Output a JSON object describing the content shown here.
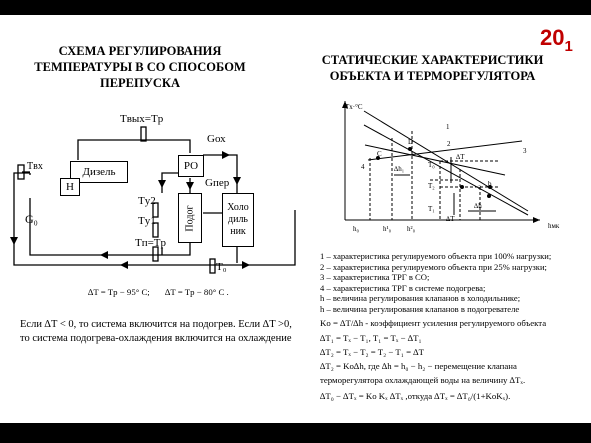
{
  "page_number": "20",
  "page_number_sub": "1",
  "left_title": [
    "СХЕМА РЕГУЛИРОВАНИЯ",
    "ТЕМПЕРАТУРЫ В СО СПОСОБОМ",
    "ПЕРЕПУСКА"
  ],
  "right_title": [
    "СТАТИЧЕСКИЕ ХАРАКТЕРИСТИКИ",
    "ОБЪЕКТА И ТЕРМОРЕГУЛЯТОРА"
  ],
  "scheme": {
    "diesel": "Дизель",
    "h_box": "Н",
    "ro": "РО",
    "heater": "Подог",
    "cooler": [
      "Холо",
      "диль",
      "ник"
    ],
    "t_out": "Tвых=Tр",
    "g_cool": "Gох",
    "g_byp": "Gпер",
    "g0": "G₀",
    "t_in": "Tвх",
    "t_y2": "Tу2",
    "t_y1": "Tу1",
    "t_p": "Tп=Tр",
    "t0": "T₀"
  },
  "formulas": {
    "f1": "∆T = Tр − 95° C;",
    "f2": "∆T = Tр − 80° C ."
  },
  "notes": [
    "Если ∆T < 0, то система включится на подогрев. Если ∆T >0,",
    "то система подогрева-охлаждения включится на охлаждение"
  ],
  "chart_labels": {
    "y_axis": "Tx·°C",
    "x_axis": "hмк",
    "ticks_x": [
      "h₀",
      "h¹₀",
      "h²₀"
    ],
    "points": [
      "C",
      "D",
      "a",
      "b"
    ],
    "lines": [
      "1",
      "2",
      "3",
      "4"
    ],
    "temps": [
      "T₀",
      "T₂",
      "T₁"
    ],
    "deltas": [
      "∆h₁",
      "∆h",
      "∆T",
      "∆T"
    ]
  },
  "legend": [
    "1 – характеристика  регулируемого объекта при 100% нагрузки;",
    "2 – характеристика  регулируемого объекта при 25% нагрузки;",
    "3 – характеристика  ТРГ в СО;",
    "4 – характеристика  ТРГ в системе подогрева;",
    "h – величина регулирования клапанов в холодильнике;",
    "h – величина регулирования клапанов в подогревателе"
  ],
  "equations": [
    "Kо = ∆T/∆h - коэффициент усиления регулируемого объекта",
    "∆T₁ = Tₓ − T₁,  T₁ = Tₓ − ∆T₁",
    "∆T₂ = Tₓ − T₂ = T₂ − T₁ = ∆T",
    "∆T₂ = Kо∆h, где ∆h = h₀ − h₂ − перемещение клапана",
    "терморегулятора охлаждающей воды на величину ∆Tₓ.",
    "∆T₀ − ∆Tₓ = Kо Kₓ ∆Tₓ ,откуда ∆Tₓ = ∆T₀/(1+KоKₓ)."
  ]
}
